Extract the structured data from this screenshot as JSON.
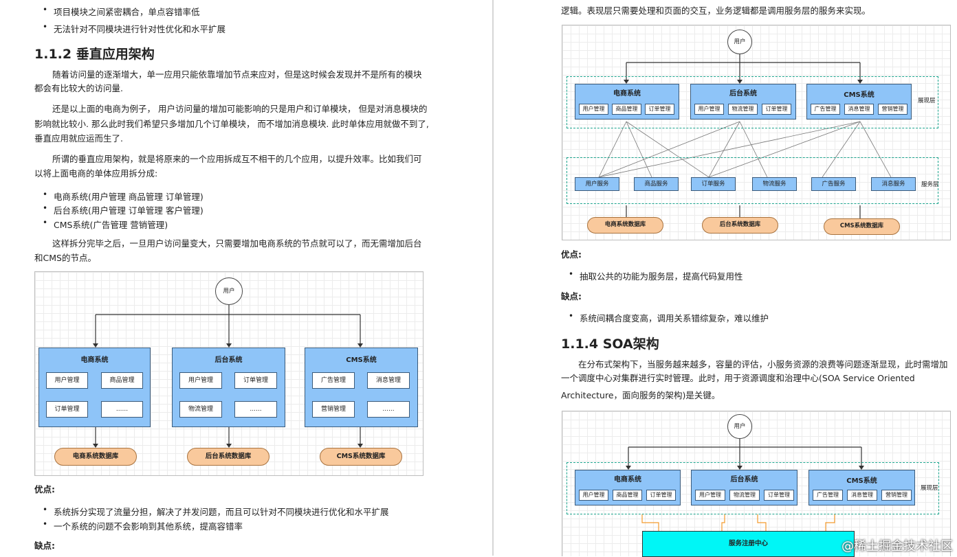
{
  "left": {
    "bullets_top": [
      "项目模块之间紧密耦合，单点容错率低",
      "无法针对不同模块进行针对性优化和水平扩展"
    ],
    "h_vertical": "1.1.2 垂直应用架构",
    "p1": [
      "随着访问量的逐渐增大，单一应用只能依靠增加节点来应对，但是这时候会发现并不是所有的模块",
      "都会有比较大的访问量."
    ],
    "p2": [
      "还是以上面的电商为例子， 用户访问量的增加可能影响的只是用户和订单模块， 但是对消息模块的",
      "影响就比较小. 那么此时我们希望只多增加几个订单模块， 而不增加消息模块. 此时单体应用就做不到了,",
      "垂直应用就应运而生了."
    ],
    "p3": [
      "所谓的垂直应用架构，就是将原来的一个应用拆成互不相干的几个应用，以提升效率。比如我们可",
      "以将上面电商的单体应用拆分成:"
    ],
    "list": [
      "电商系统(用户管理 商品管理 订单管理)",
      "后台系统(用户管理 订单管理 客户管理)",
      "CMS系统(广告管理 营销管理)"
    ],
    "p4": [
      "这样拆分完毕之后，一旦用户访问量变大，只需要增加电商系统的节点就可以了，而无需增加后台",
      "和CMS的节点。"
    ],
    "fig": {
      "user": "用户",
      "systems": [
        {
          "title": "电商系统",
          "modules": [
            "用户管理",
            "商品管理",
            "订单管理",
            "......"
          ],
          "db": "电商系统数据库"
        },
        {
          "title": "后台系统",
          "modules": [
            "用户管理",
            "订单管理",
            "物流管理",
            "......"
          ],
          "db": "后台系统数据库"
        },
        {
          "title": "CMS系统",
          "modules": [
            "广告管理",
            "消息管理",
            "营销管理",
            "......"
          ],
          "db": "CMS系统数据库"
        }
      ]
    },
    "pros_label": "优点",
    "pros": [
      "系统拆分实现了流量分担，解决了并发问题，而且可以针对不同模块进行优化和水平扩展",
      "一个系统的问题不会影响到其他系统，提高容错率"
    ],
    "cons_label": "缺点"
  },
  "right": {
    "top_line": "逻辑。表现层只需要处理和页面的交互，业务逻辑都是调用服务层的服务来实现。",
    "fig1": {
      "user": "用户",
      "layer_presentation": "展现层",
      "layer_service": "服务层",
      "systems": [
        {
          "title": "电商系统",
          "modules": [
            "用户管理",
            "商品管理",
            "订单管理"
          ]
        },
        {
          "title": "后台系统",
          "modules": [
            "用户管理",
            "物流管理",
            "订单管理"
          ]
        },
        {
          "title": "CMS系统",
          "modules": [
            "广告管理",
            "消息管理",
            "营销管理"
          ]
        }
      ],
      "services": [
        "用户服务",
        "商品服务",
        "订单服务",
        "物流服务",
        "广告服务",
        "消息服务"
      ],
      "dbs": [
        "电商系统数据库",
        "后台系统数据库",
        "CMS系统数据库"
      ]
    },
    "pros_label": "优点",
    "pros": [
      "抽取公共的功能为服务层，提高代码复用性"
    ],
    "cons_label": "缺点",
    "cons": [
      "系统间耦合度变高，调用关系错综复杂，难以维护"
    ],
    "h_soa": "1.1.4 SOA架构",
    "p_soa": [
      "在分布式架构下，当服务越来越多，容量的评估，小服务资源的浪费等问题逐渐显现，此时需增加",
      "一个调度中心对集群进行实时管理。此时，用于资源调度和治理中心(SOA Service Oriented",
      "Architecture，面向服务的架构)是关键。"
    ],
    "fig2": {
      "user": "用户",
      "layer_presentation": "展现层",
      "systems": [
        {
          "title": "电商系统",
          "modules": [
            "用户管理",
            "商品管理",
            "订单管理"
          ]
        },
        {
          "title": "后台系统",
          "modules": [
            "用户管理",
            "物流管理",
            "订单管理"
          ]
        },
        {
          "title": "CMS系统",
          "modules": [
            "广告管理",
            "消息管理",
            "营销管理"
          ]
        }
      ],
      "registry": "服务注册中心"
    }
  },
  "watermark": "@稀土掘金技术社区"
}
